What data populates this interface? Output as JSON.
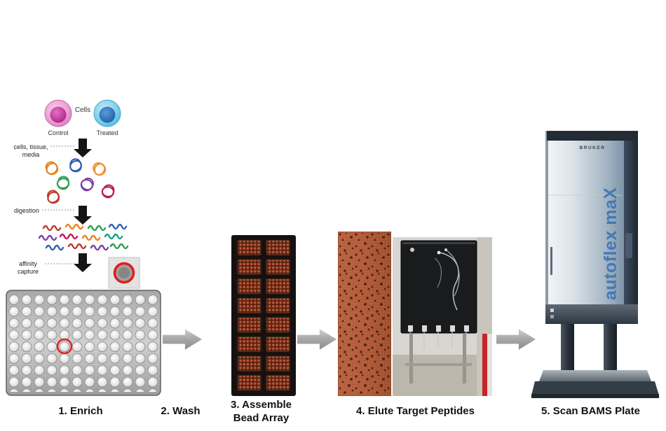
{
  "captions": {
    "step1": "1. Enrich",
    "step2": "2. Wash",
    "step3_line1": "3. Assemble",
    "step3_line2": "Bead Array",
    "step4": "4. Elute Target Peptides",
    "step5": "5. Scan BAMS Plate"
  },
  "enrich_diagram": {
    "cells_label": "Cells",
    "control_label": "Control",
    "treated_label": "Treated",
    "stage1_line1": "cells, tissue,",
    "stage1_line2": "media",
    "stage2": "digestion",
    "stage3_line1": "affinity",
    "stage3_line2": "capture"
  },
  "instrument": {
    "brand": "BRUKER",
    "model": "autoflex maX"
  },
  "colors": {
    "background": "#ffffff",
    "caption_text": "#111111",
    "flow_arrow_gray": "#a8a8a8",
    "down_arrow_black": "#151515",
    "highlight_red": "#e31b1c",
    "bead_terracotta": "#b25a38",
    "array_background_dark": "#161110",
    "instrument_text_blue": "#4579b4"
  }
}
